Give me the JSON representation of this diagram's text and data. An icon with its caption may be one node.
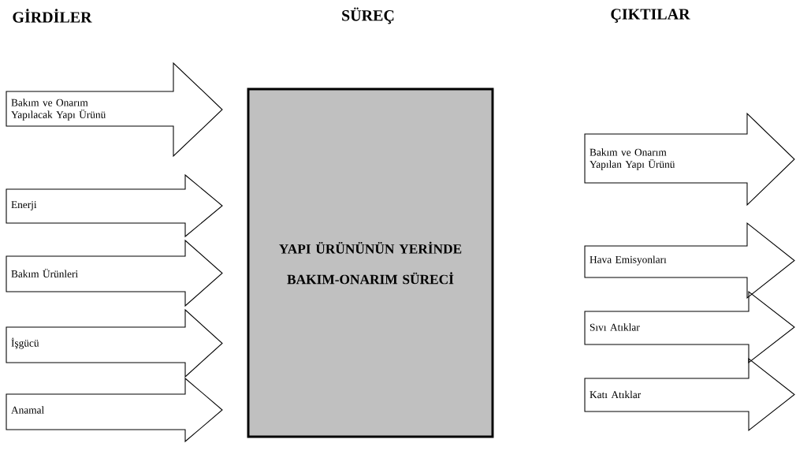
{
  "diagram": {
    "nodes": [
      {
        "text": [
          "Bakım ve Onarım Yapılacak Yapı Ürünü"
        ]
      },
      {
        "text": [
          "Enerji"
        ]
      },
      {
        "text": [
          "Bakım Ürünleri"
        ]
      },
      {
        "text": [
          "İşgücü"
        ]
      },
      {
        "text": [
          "Anamal"
        ]
      },
      {
        "text": [
          "YAPI ÜRÜNÜNÜN YERİNDE BAKIM-ONARIM SÜRECİ"
        ]
      },
      {
        "text": [
          "Bakım ve Onarım Yapılan Yapı Ürünü"
        ]
      },
      {
        "text": [
          "Hava Emisyonları"
        ]
      },
      {
        "text": [
          "Sıvı Atıklar"
        ]
      },
      {
        "text": [
          "Katı Atıklar"
        ]
      }
    ],
    "labels": [
      "GİRDİLER",
      "SÜREÇ",
      "ÇIKTILAR"
    ]
  }
}
